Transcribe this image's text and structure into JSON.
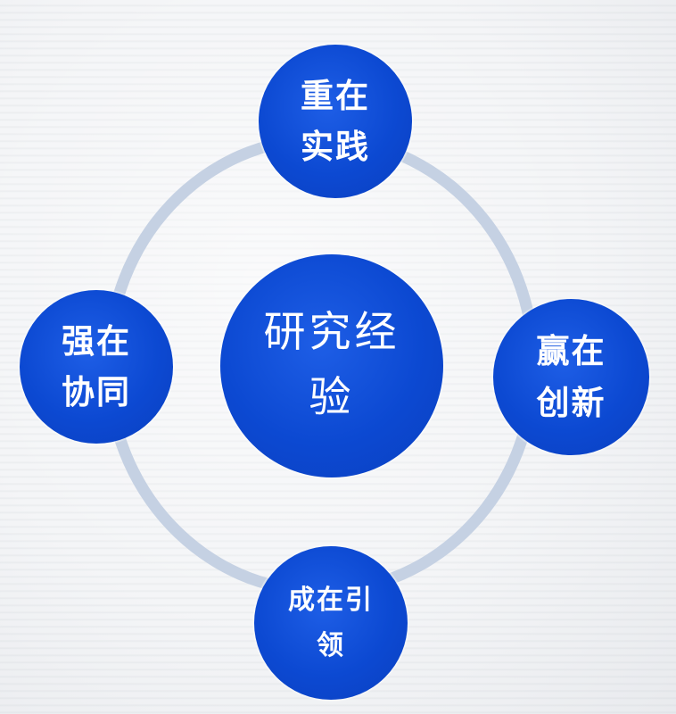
{
  "diagram": {
    "center": {
      "label": "研究经验"
    },
    "nodes": {
      "top": {
        "label": "重在实践"
      },
      "left": {
        "label": "强在协同"
      },
      "right": {
        "label": "赢在创新"
      },
      "bottom": {
        "label": "成在引领"
      }
    },
    "colors": {
      "node_fill": "#0c49d2",
      "ring": "#c5d1e3",
      "text": "#ffffff",
      "background": "#f4f5f7"
    }
  }
}
